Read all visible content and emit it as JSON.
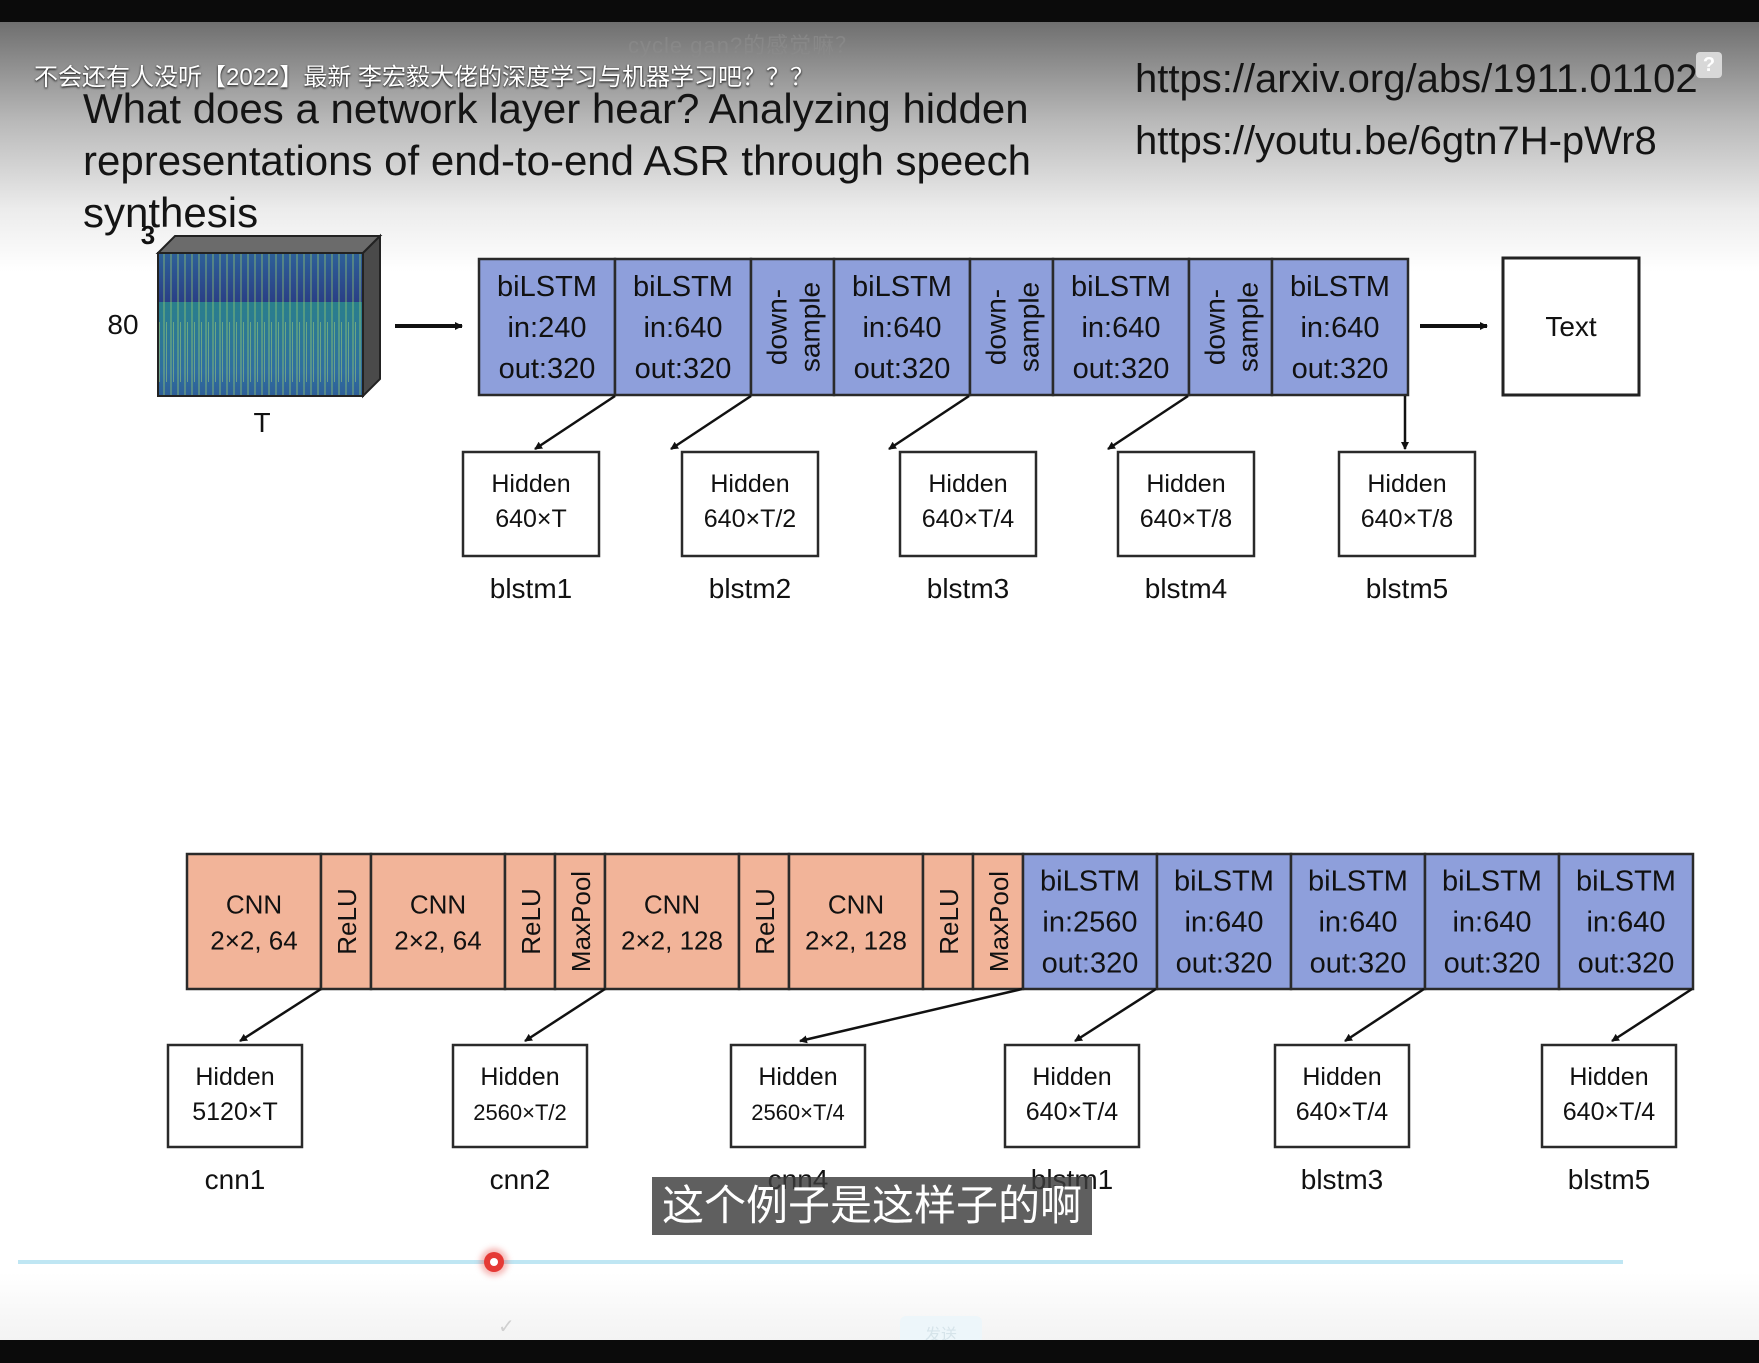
{
  "overlay": {
    "danmaku": "cycle gan?的感觉嘛？",
    "video_title": "不会还有人没听【2022】最新 李宏毅大佬的深度学习与机器学习吧？？？",
    "help_icon": "question-icon",
    "subtitle": "这个例子是这样子的啊",
    "send_label": "发送",
    "check_icon": "check-icon"
  },
  "slide": {
    "title_lines": [
      "What does a network layer hear? Analyzing hidden",
      "representations of end-to-end ASR through speech",
      "synthesis"
    ],
    "urls": [
      "https://arxiv.org/abs/1911.01102",
      "https://youtu.be/6gtn7H-pWr8"
    ]
  },
  "diagram_top": {
    "input": {
      "depth": "3",
      "height": "80",
      "width": "T"
    },
    "blocks": [
      {
        "kind": "lstm",
        "lines": [
          "biLSTM",
          "in:240",
          "out:320"
        ]
      },
      {
        "kind": "lstm",
        "lines": [
          "biLSTM",
          "in:640",
          "out:320"
        ]
      },
      {
        "kind": "down",
        "lines": [
          "down-",
          "sample"
        ]
      },
      {
        "kind": "lstm",
        "lines": [
          "biLSTM",
          "in:640",
          "out:320"
        ]
      },
      {
        "kind": "down",
        "lines": [
          "down-",
          "sample"
        ]
      },
      {
        "kind": "lstm",
        "lines": [
          "biLSTM",
          "in:640",
          "out:320"
        ]
      },
      {
        "kind": "down",
        "lines": [
          "down-",
          "sample"
        ]
      },
      {
        "kind": "lstm",
        "lines": [
          "biLSTM",
          "in:640",
          "out:320"
        ]
      }
    ],
    "output": "Text",
    "hidden": [
      {
        "lines": [
          "Hidden",
          "640×T"
        ],
        "label": "blstm1"
      },
      {
        "lines": [
          "Hidden",
          "640×T/2"
        ],
        "label": "blstm2"
      },
      {
        "lines": [
          "Hidden",
          "640×T/4"
        ],
        "label": "blstm3"
      },
      {
        "lines": [
          "Hidden",
          "640×T/8"
        ],
        "label": "blstm4"
      },
      {
        "lines": [
          "Hidden",
          "640×T/8"
        ],
        "label": "blstm5"
      }
    ]
  },
  "diagram_bottom": {
    "blocks": [
      {
        "kind": "cnn",
        "lines": [
          "CNN",
          "2×2, 64"
        ]
      },
      {
        "kind": "act",
        "lines": [
          "ReLU"
        ]
      },
      {
        "kind": "cnn",
        "lines": [
          "CNN",
          "2×2, 64"
        ]
      },
      {
        "kind": "act",
        "lines": [
          "ReLU"
        ]
      },
      {
        "kind": "act",
        "lines": [
          "MaxPool"
        ]
      },
      {
        "kind": "cnn",
        "lines": [
          "CNN",
          "2×2, 128"
        ]
      },
      {
        "kind": "act",
        "lines": [
          "ReLU"
        ]
      },
      {
        "kind": "cnn",
        "lines": [
          "CNN",
          "2×2, 128"
        ]
      },
      {
        "kind": "act",
        "lines": [
          "ReLU"
        ]
      },
      {
        "kind": "act",
        "lines": [
          "MaxPool"
        ]
      },
      {
        "kind": "lstm",
        "lines": [
          "biLSTM",
          "in:2560",
          "out:320"
        ]
      },
      {
        "kind": "lstm",
        "lines": [
          "biLSTM",
          "in:640",
          "out:320"
        ]
      },
      {
        "kind": "lstm",
        "lines": [
          "biLSTM",
          "in:640",
          "out:320"
        ]
      },
      {
        "kind": "lstm",
        "lines": [
          "biLSTM",
          "in:640",
          "out:320"
        ]
      },
      {
        "kind": "lstm",
        "lines": [
          "biLSTM",
          "in:640",
          "out:320"
        ]
      }
    ],
    "hidden": [
      {
        "lines": [
          "Hidden",
          "5120×T"
        ],
        "label": "cnn1"
      },
      {
        "lines": [
          "Hidden",
          "2560×T/2"
        ],
        "label": "cnn2"
      },
      {
        "lines": [
          "Hidden",
          "2560×T/4"
        ],
        "label": "cnn4"
      },
      {
        "lines": [
          "Hidden",
          "640×T/4"
        ],
        "label": "blstm1"
      },
      {
        "lines": [
          "Hidden",
          "640×T/4"
        ],
        "label": "blstm3"
      },
      {
        "lines": [
          "Hidden",
          "640×T/4"
        ],
        "label": "blstm5"
      }
    ]
  },
  "colors": {
    "lstm": "#8e9fdb",
    "cnn": "#f2b499",
    "border": "#2a2a2a"
  }
}
